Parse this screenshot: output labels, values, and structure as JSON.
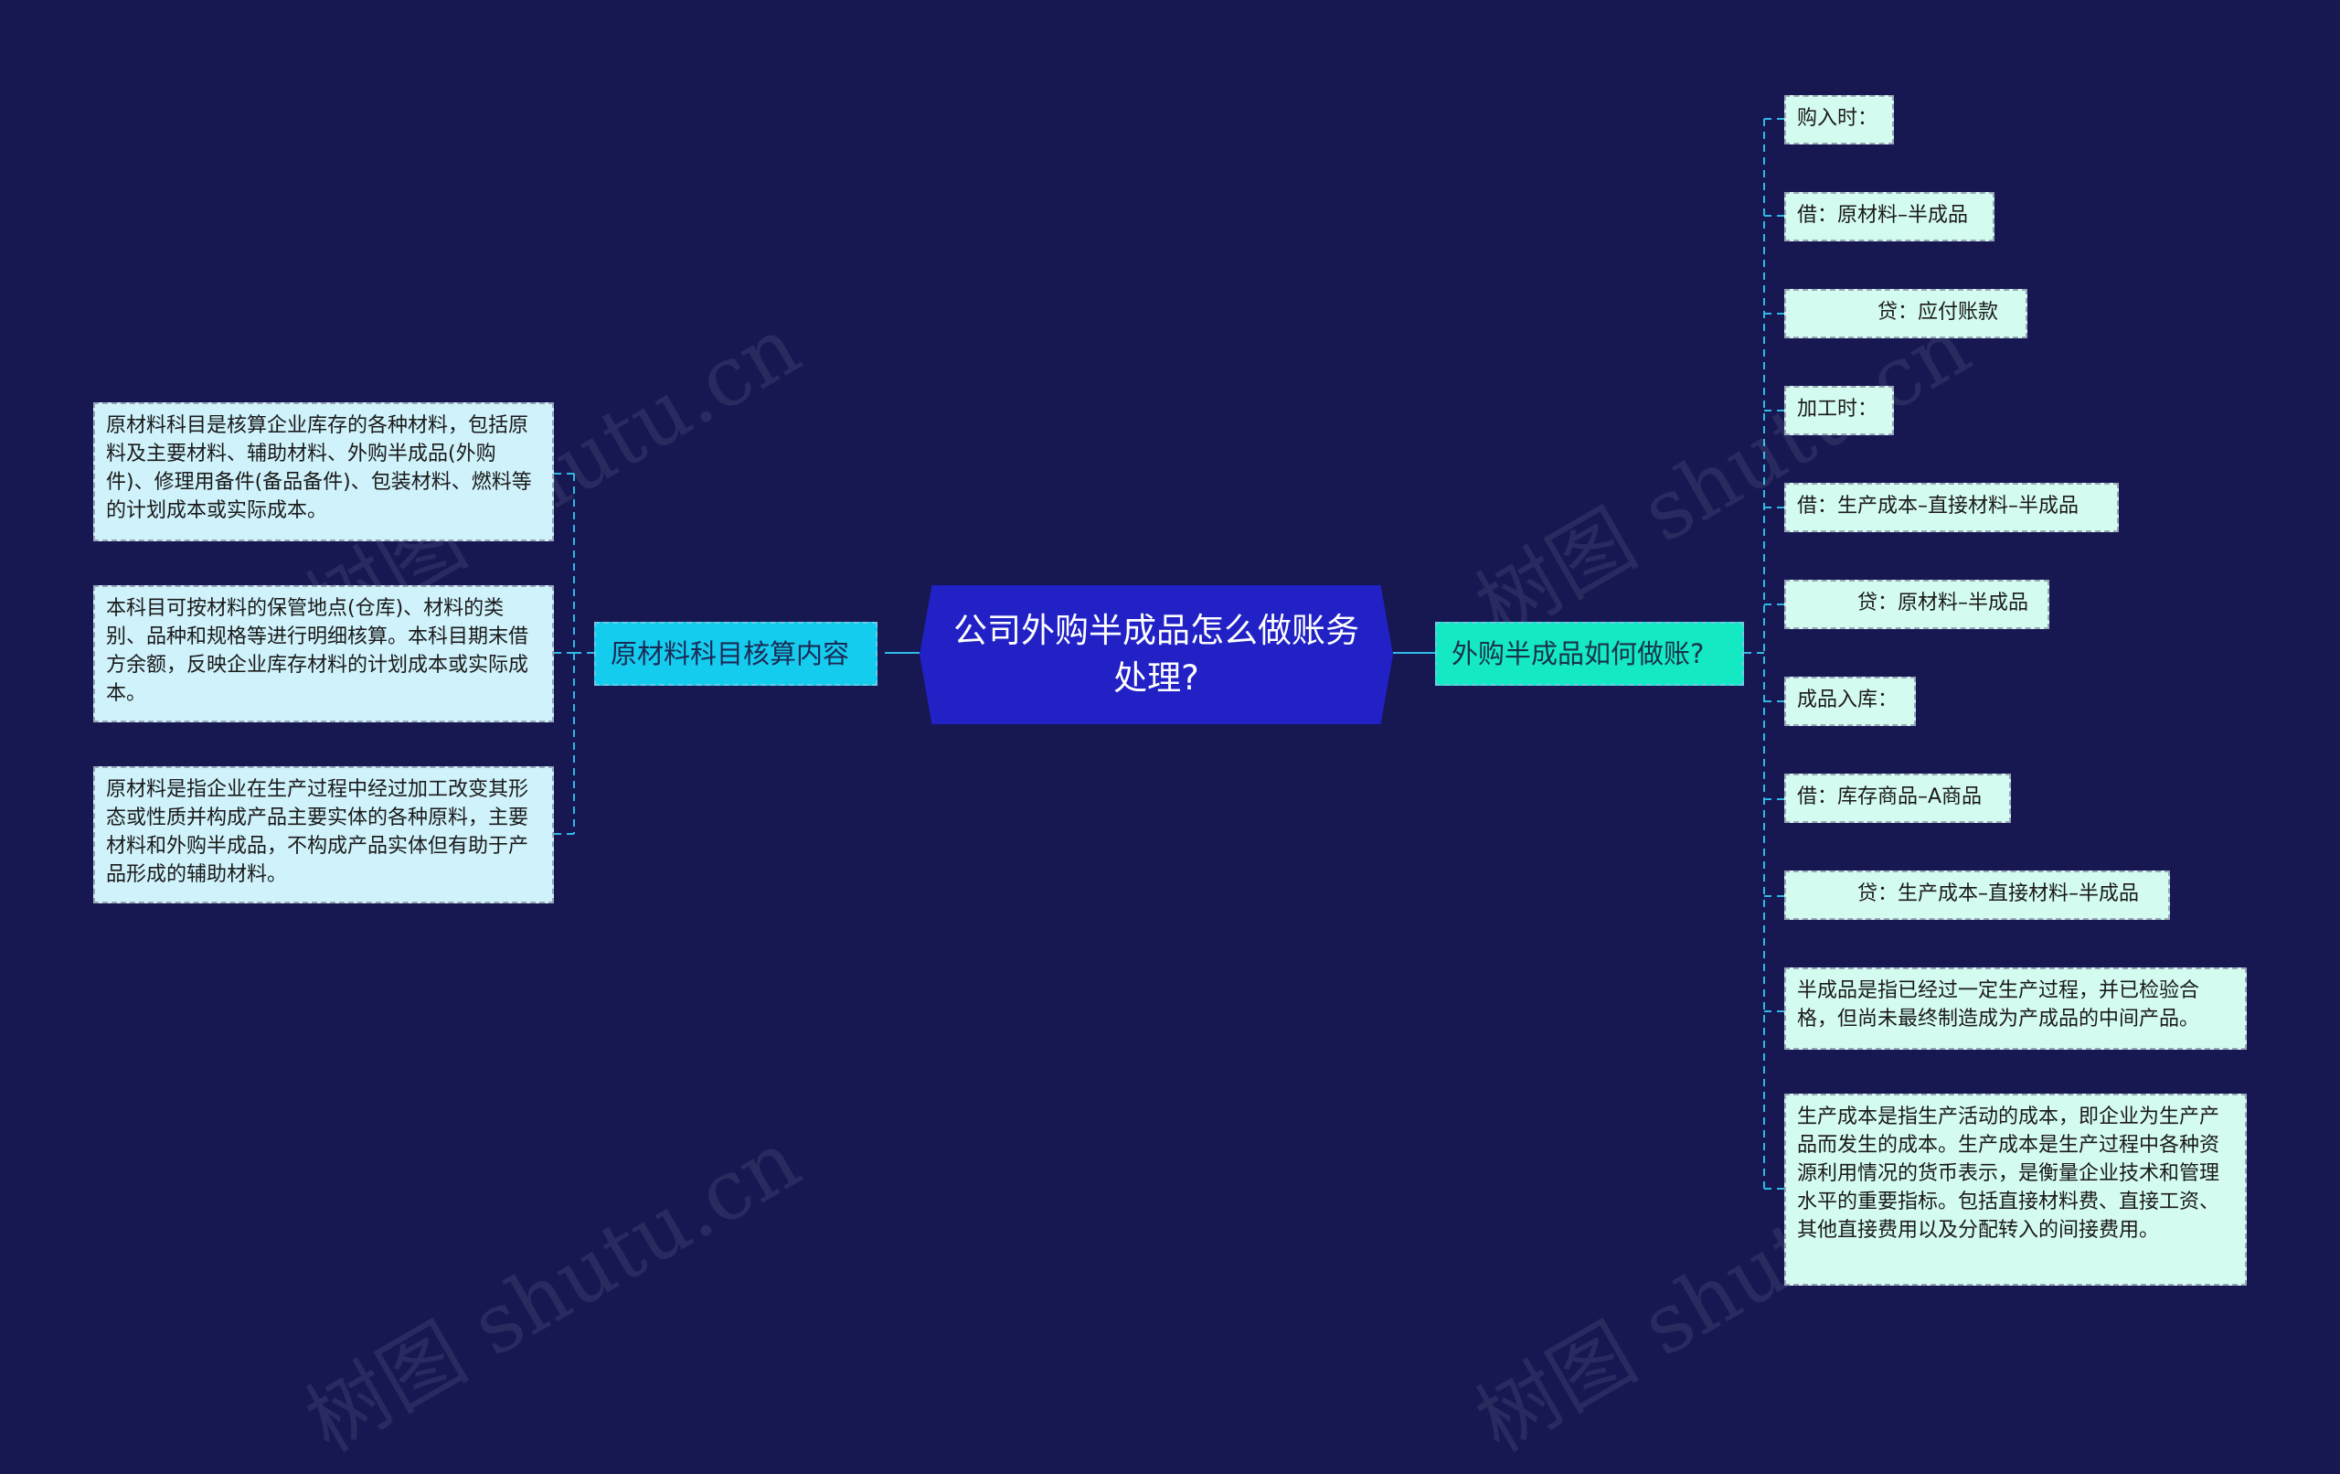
{
  "root": {
    "label": "公司外购半成品怎么做账务处理?"
  },
  "left_branch": {
    "label": "原材料科目核算内容",
    "items": [
      "原材料科目是核算企业库存的各种材料，包括原料及主要材料、辅助材料、外购半成品(外购件)、修理用备件(备品备件)、包装材料、燃料等的计划成本或实际成本。",
      "本科目可按材料的保管地点(仓库)、材料的类别、品种和规格等进行明细核算。本科目期末借方余额，反映企业库存材料的计划成本或实际成本。",
      "原材料是指企业在生产过程中经过加工改变其形态或性质并构成产品主要实体的各种原料，主要材料和外购半成品，不构成产品实体但有助于产品形成的辅助材料。"
    ]
  },
  "right_branch": {
    "label": "外购半成品如何做账?",
    "items": [
      "购入时：",
      "借：原材料–半成品",
      "　　　　贷：应付账款",
      "加工时：",
      "借：生产成本–直接材料–半成品",
      "　　　贷：原材料–半成品",
      "成品入库：",
      "借：库存商品–A商品",
      "　　　贷：生产成本–直接材料–半成品",
      "半成品是指已经过一定生产过程，并已检验合格，但尚未最终制造成为产成品的中间产品。",
      "生产成本是指生产活动的成本，即企业为生产产品而发生的成本。生产成本是生产过程中各种资源利用情况的货币表示，是衡量企业技术和管理水平的重要指标。包括直接材料费、直接工资、其他直接费用以及分配转入的间接费用。"
    ]
  },
  "watermark": "树图 shutu.cn",
  "colors": {
    "background": "#171852",
    "root": "#2121c6",
    "left_branch": "#14ccee",
    "right_branch": "#15e9c4",
    "connector": "#2fb8e6"
  }
}
